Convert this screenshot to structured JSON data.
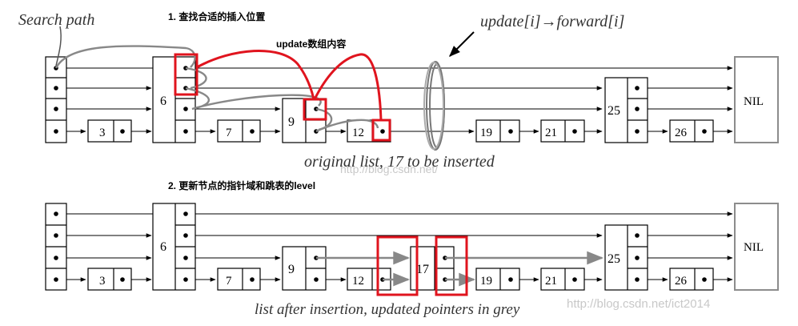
{
  "labels": {
    "search_path": "Search path",
    "step1": "1. 查找合适的插入位置",
    "update_array": "update数组内容",
    "update_forward": "update[i]→forward[i]",
    "original_caption": "original list, 17 to be inserted",
    "step2": "2. 更新节点的指针域和跳表的level",
    "after_caption": "list after insertion, updated pointers in grey",
    "watermark_top": "http://blog.csdn.net/",
    "watermark_bottom": "http://blog.csdn.net/ict2014",
    "nil_top": "NIL",
    "nil_bottom": "NIL"
  },
  "top_list": {
    "keys": [
      "3",
      "6",
      "7",
      "9",
      "12",
      "19",
      "21",
      "25",
      "26"
    ]
  },
  "bottom_list": {
    "keys": [
      "3",
      "6",
      "7",
      "9",
      "12",
      "17",
      "19",
      "21",
      "25",
      "26"
    ]
  },
  "colors": {
    "line": "#000000",
    "grey_pointer": "#888888",
    "highlight": "#e0141e",
    "nil_border": "#8c8c8c",
    "watermark": "#c8c8c8"
  }
}
